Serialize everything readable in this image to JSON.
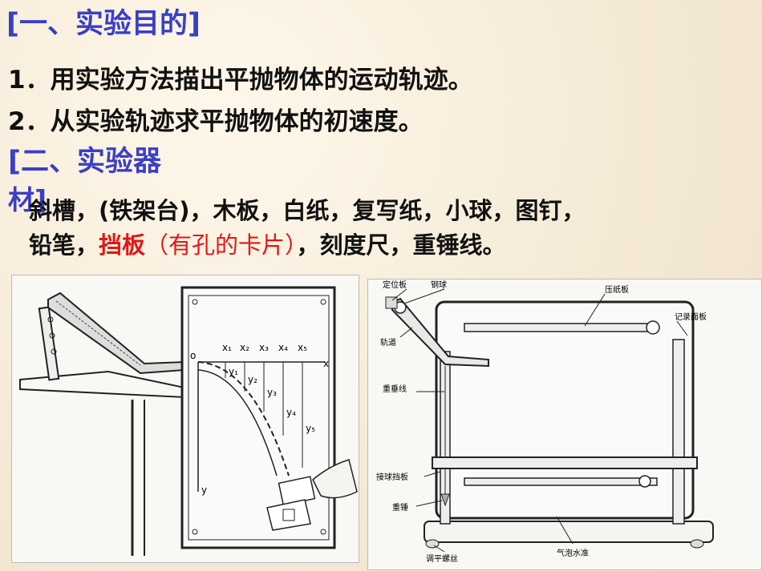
{
  "section1": {
    "title": "[一、实验目的]"
  },
  "objectives": [
    "1．用实验方法描出平抛物体的运动轨迹。",
    "2．从实验轨迹求平抛物体的初速度。"
  ],
  "section2": {
    "title_line1": "[二、实验器",
    "title_line2": "材]"
  },
  "materials": {
    "line1": "斜槽，(铁架台)，木板，白纸，复写纸，小球，图钉，",
    "line2_start": "铅笔，",
    "line2_highlight": "挡板",
    "line2_note": "（有孔的卡片）",
    "line2_end": "，刻度尺，重锤线。"
  },
  "fig_left": {
    "origin": "o",
    "x_axis": "x",
    "y_axis": "y",
    "x_labels": [
      "x₁",
      "x₂",
      "x₃",
      "x₄",
      "x₅"
    ],
    "y_labels": [
      "y₁",
      "y₂",
      "y₃",
      "y₄",
      "y₅"
    ]
  },
  "fig_right": {
    "labels": {
      "positioning_plate": "定位板",
      "steel_ball": "钢球",
      "track": "轨道",
      "plumb_line": "重垂线",
      "catch_board": "接球挡板",
      "plumb_bob": "重锤",
      "leveling_screw": "调平螺丝",
      "press_plate": "压纸板",
      "record_board": "记录面板",
      "bubble_level": "气泡水准"
    }
  },
  "colors": {
    "heading": "#3a3fc6",
    "highlight": "#e01818",
    "body_text": "#111111"
  }
}
